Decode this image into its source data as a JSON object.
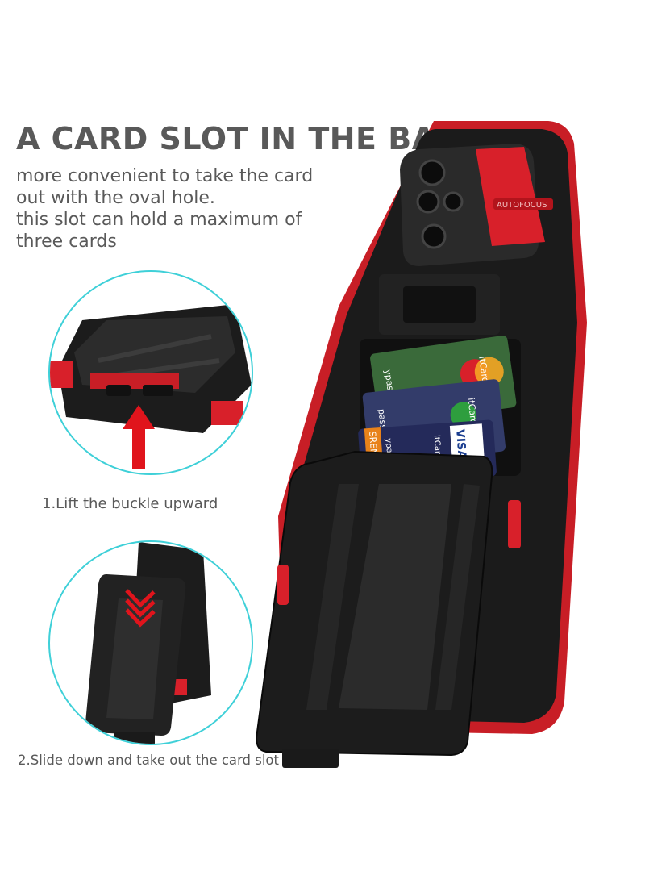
{
  "heading": "A CARD SLOT IN THE BACK",
  "description": {
    "line1": "more convenient to take the card",
    "line2": "out with the oval hole.",
    "line3": "this slot can hold a maximum of",
    "line4": "three cards"
  },
  "steps": {
    "step1": "1.Lift the buckle upward",
    "step2": "2.Slide down and take out the card slot"
  },
  "phone": {
    "camera_label": "AUTOFOCUS",
    "card_labels": {
      "card1_text": "ypass",
      "card1_brand": "itCard",
      "card2_text": "pass",
      "card2_brand": "itCard",
      "card3_text": "SREN",
      "card3_text2": "ypass",
      "card3_brand": "itCard",
      "card3_visa": "VISA"
    }
  },
  "colors": {
    "accent": "#d8202a",
    "case_black": "#1a1a1a",
    "circle_outline": "#3fd0d8",
    "text_gray": "#595959",
    "arrow_red": "#e0141c"
  }
}
